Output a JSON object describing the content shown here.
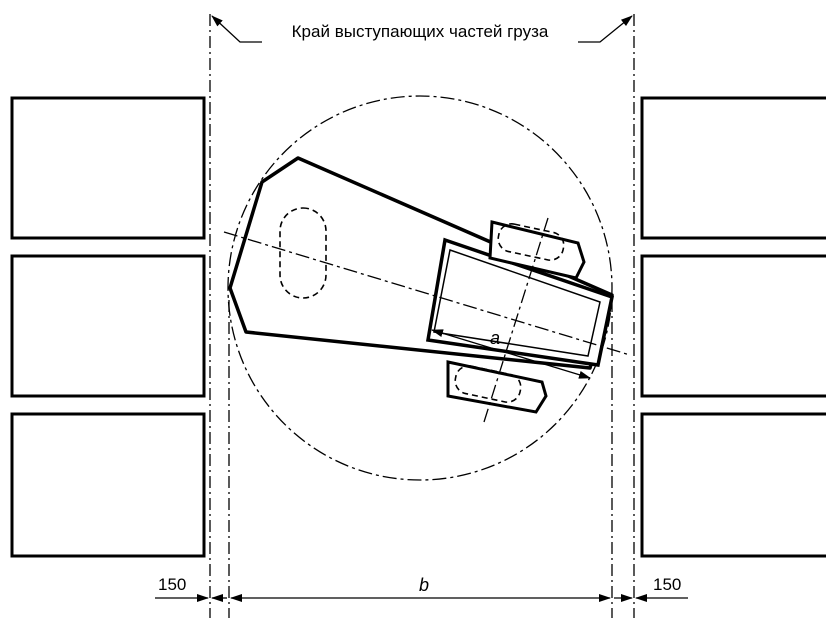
{
  "diagram": {
    "edge_label": "Край выступающих частей груза",
    "dimension_a": "a",
    "dimension_b": "b",
    "clearance_left": "150",
    "clearance_right": "150"
  }
}
